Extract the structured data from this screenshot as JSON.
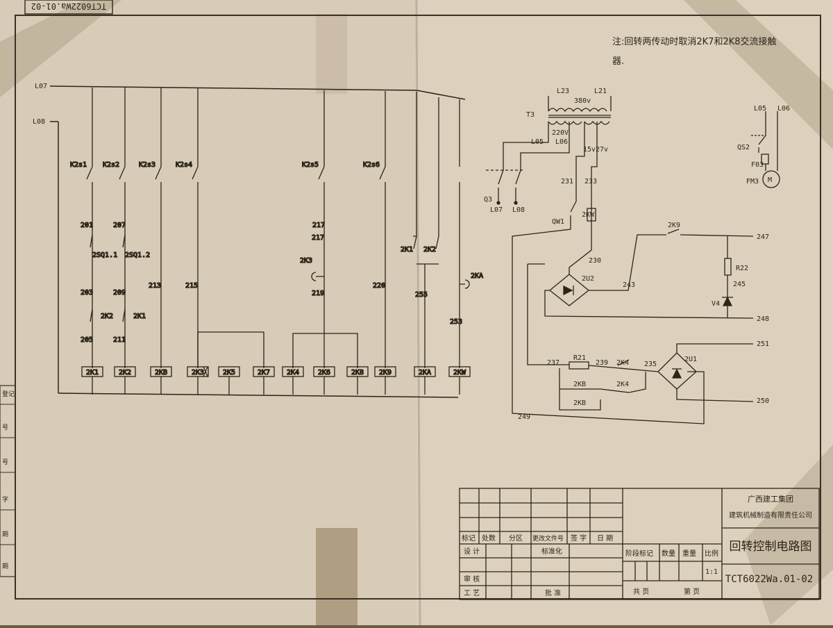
{
  "stamp": "TCT6022Wa.01-02",
  "note_line1": "注:回转两传动时取消2K7和2K8交流接触",
  "note_line2": "器.",
  "rails": {
    "top": "L07",
    "bottom": "L08"
  },
  "branches": [
    {
      "sw": "K2s1",
      "n1": "201",
      "lim": "2SQ1.1",
      "n2": "203",
      "il": "2K2",
      "n3": "205",
      "coil": "2K1"
    },
    {
      "sw": "K2s2",
      "n1": "207",
      "lim": "2SQ1.2",
      "n2": "209",
      "il": "2K1",
      "n3": "211",
      "coil": "2K2"
    },
    {
      "sw": "K2s3",
      "n1": "",
      "lim": "",
      "n2": "213",
      "il": "",
      "n3": "",
      "coil": "2KB"
    },
    {
      "sw": "K2s4",
      "n1": "",
      "lim": "",
      "n2": "215",
      "il": "",
      "n3": "",
      "coil": "2K3"
    },
    {
      "sw": "",
      "n1": "",
      "lim": "",
      "n2": "",
      "il": "",
      "n3": "",
      "coil": "2K5"
    },
    {
      "sw": "",
      "n1": "",
      "lim": "",
      "n2": "",
      "il": "",
      "n3": "",
      "coil": "2K7"
    },
    {
      "sw": "",
      "n1": "",
      "lim": "",
      "n2": "",
      "il": "",
      "n3": "",
      "coil": "2K4"
    },
    {
      "sw": "K2s5",
      "n1": "217",
      "lim": "2K3",
      "n2": "219",
      "il": "",
      "n3": "",
      "coil": "2K6"
    },
    {
      "sw": "",
      "n1": "",
      "lim": "",
      "n2": "",
      "il": "",
      "n3": "",
      "coil": "2K8"
    },
    {
      "sw": "K2s6",
      "n1": "",
      "lim": "",
      "n2": "220",
      "il": "",
      "n3": "",
      "coil": "2K9"
    },
    {
      "sw": "2K1",
      "n1": "2K2",
      "lim": "",
      "n2": "255",
      "il": "",
      "n3": "",
      "coil": "2KA"
    },
    {
      "sw": "",
      "n1": "",
      "lim": "2KA",
      "n2": "253",
      "il": "",
      "n3": "",
      "coil": "2KW"
    }
  ],
  "transformer": {
    "name": "T3",
    "p1": "L23",
    "p2": "L21",
    "primary": "380v",
    "sec1": "220V",
    "sec2": "15v",
    "sec3": "27v",
    "t1": "L05",
    "t2": "L06"
  },
  "q3": {
    "name": "Q3",
    "a": "L07",
    "b": "L08"
  },
  "qw1": {
    "name": "QW1",
    "a": "231",
    "b": "233",
    "c": "2KW",
    "d": "230"
  },
  "motor": {
    "switch": "QS2",
    "fuse": "F03",
    "motor": "FM3",
    "m": "M",
    "a": "L05",
    "b": "L06"
  },
  "rectifier2": {
    "name": "2U2",
    "n243": "243",
    "sw": "2K9",
    "n247": "247",
    "r": "R22",
    "n245": "245",
    "d": "V4",
    "n248": "248"
  },
  "rectifier1": {
    "name": "2U1",
    "n237": "237",
    "r": "R21",
    "n239": "239",
    "c1": "2K4",
    "n235": "235",
    "c2": "2KB",
    "c3": "2K4",
    "c4": "2KB",
    "n251": "251",
    "n250": "250",
    "n249": "249"
  },
  "title_block": {
    "company1": "广西建工集团",
    "company2": "建筑机械制造有限责任公司",
    "title": "回转控制电路图",
    "number": "TCT6022Wa.01-02",
    "h_biaoji": "标记",
    "h_chushu": "处数",
    "h_fenqu": "分区",
    "h_gengai": "更改文件号",
    "h_qianzi": "签 字",
    "h_riqi": "日 期",
    "sheji": "设 计",
    "biaozhun": "标准化",
    "shenhe": "审 核",
    "gongyi": "工 艺",
    "pizhun": "批 准",
    "jieduan": "阶段标记",
    "shuliang": "数量",
    "zhongliang": "重量",
    "bili": "比例",
    "ratio": "1:1",
    "gong": "共 页",
    "di": "第 页"
  },
  "left_strip": [
    "登记",
    "号",
    "号",
    "字",
    "期",
    "期"
  ]
}
